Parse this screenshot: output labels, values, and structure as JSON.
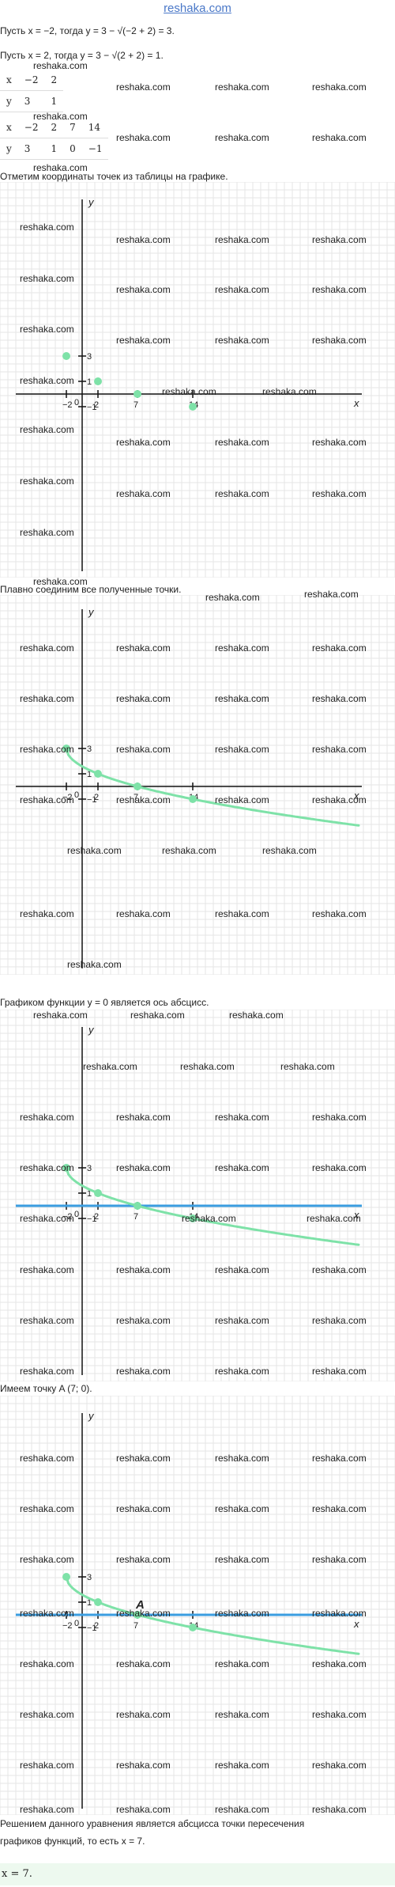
{
  "header": {
    "site": "reshaka.com"
  },
  "text": {
    "line1": "Пусть x = −2, тогда y = 3 − √(−2 + 2) = 3.",
    "line2": "Пусть x = 2, тогда y = 3 − √(2 + 2) = 1.",
    "plot_points": "Отметим координаты точек из таблицы на графике.",
    "connect": "Плавно соединим все полученные точки.",
    "axis_graph": "Графиком функции y = 0 является ось абсцисс.",
    "point_a": "Имеем точку A (7; 0).",
    "conclusion_1": "Решением данного уравнения является абсцисса точки пересечения",
    "conclusion_2": "графиков функций, то есть x = 7.",
    "answer": "x = 7."
  },
  "table1": {
    "row_x": [
      "x",
      "−2",
      "2"
    ],
    "row_y": [
      "y",
      "3",
      "1"
    ]
  },
  "table2": {
    "row_x": [
      "x",
      "−2",
      "2",
      "7",
      "14"
    ],
    "row_y": [
      "y",
      "3",
      "1",
      "0",
      "−1"
    ]
  },
  "watermark": "reshaka.com",
  "graph_labels": {
    "x_axis": "x",
    "y_axis": "y",
    "origin": "0",
    "x_ticks": [
      "−2",
      "2",
      "7",
      "14"
    ],
    "y_ticks": [
      "3",
      "1",
      "−1"
    ],
    "point_label": "A"
  },
  "chart_data": [
    {
      "type": "scatter",
      "title": "",
      "points": [
        {
          "x": -2,
          "y": 3
        },
        {
          "x": 2,
          "y": 1
        },
        {
          "x": 7,
          "y": 0
        },
        {
          "x": 14,
          "y": -1
        }
      ],
      "curve": false,
      "x_axis_line": false,
      "point_a": false,
      "grid": true,
      "color": "#7ee2a8"
    },
    {
      "type": "line",
      "title": "",
      "points": [
        {
          "x": -2,
          "y": 3
        },
        {
          "x": 2,
          "y": 1
        },
        {
          "x": 7,
          "y": 0
        },
        {
          "x": 14,
          "y": -1
        }
      ],
      "curve": true,
      "x_axis_line": false,
      "point_a": false,
      "grid": true,
      "color": "#7ee2a8"
    },
    {
      "type": "line",
      "title": "",
      "points": [
        {
          "x": -2,
          "y": 3
        },
        {
          "x": 2,
          "y": 1
        },
        {
          "x": 7,
          "y": 0
        },
        {
          "x": 14,
          "y": -1
        }
      ],
      "curve": true,
      "x_axis_line": true,
      "point_a": false,
      "grid": true,
      "color": "#7ee2a8",
      "axis_line_color": "#3b9de0"
    },
    {
      "type": "line",
      "title": "",
      "points": [
        {
          "x": -2,
          "y": 3
        },
        {
          "x": 2,
          "y": 1
        },
        {
          "x": 7,
          "y": 0
        },
        {
          "x": 14,
          "y": -1
        }
      ],
      "curve": true,
      "x_axis_line": true,
      "point_a": true,
      "point_a_value": {
        "x": 7,
        "y": 0
      },
      "grid": true,
      "color": "#7ee2a8",
      "axis_line_color": "#3b9de0"
    }
  ]
}
